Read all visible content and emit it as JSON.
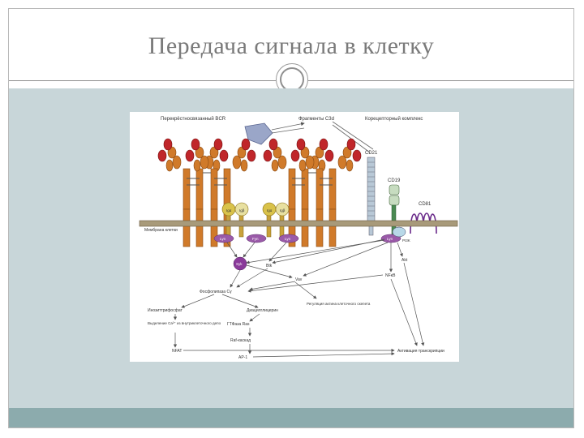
{
  "slide": {
    "title": "Передача сигнала в клетку"
  },
  "diagram": {
    "labels": {
      "bcr": "Перекрёстносвязанный BCR",
      "c3d": "Фрагменты C3d",
      "coreceptor": "Корецепторный комплекс",
      "cd21": "CD21",
      "cd19": "CD19",
      "cd81": "CD81",
      "membrane": "Мембрана клетки",
      "iga": "Igα",
      "igb": "Igβ",
      "lyn": "Lyn",
      "fyn": "Fyn",
      "syk": "Syk",
      "btk": "Btk",
      "vav": "Vav",
      "pi3k": "PI3K",
      "akt": "Akt",
      "nfkb": "NFκB",
      "plc": "Фосфолипаза Cγ",
      "ip3": "Инозиттрифосфат",
      "dag": "Диацилглицерин",
      "ca": "Выделение Ca²⁺ из внутриклеточного депо",
      "ras": "ГТФаза Ras",
      "raf": "Raf-каскад",
      "cytoskeleton": "Регуляция актина клеточного скелета",
      "nfat": "NFAT",
      "ap1": "AP-1",
      "transcription": "Активация транскрипции"
    }
  }
}
